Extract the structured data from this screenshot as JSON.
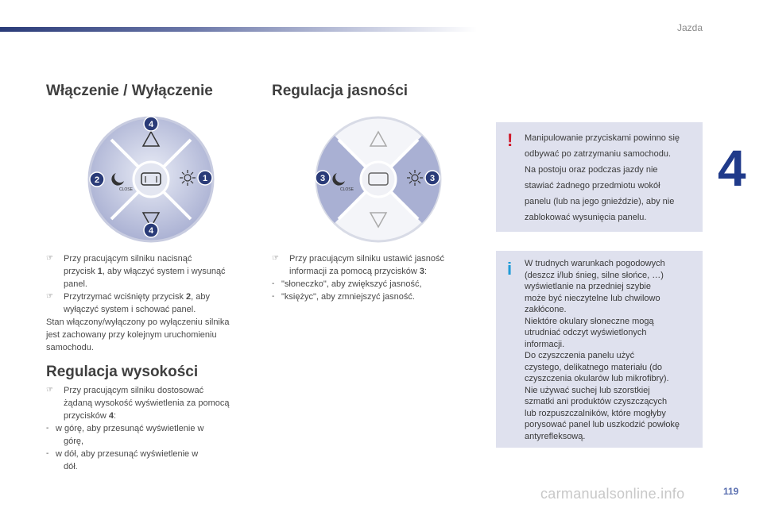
{
  "header": {
    "section": "Jazda",
    "chapter_number": "4",
    "page_number": "119"
  },
  "watermark": "carmanualsonline.info",
  "on_off": {
    "title": "Włączenie / Wyłączenie",
    "diagram": {
      "close_label": "CLOSE",
      "markers": [
        "4",
        "2",
        "1",
        "4"
      ]
    },
    "bullet1_a": "Przy pracującym silniku nacisnąć",
    "bullet1_b_pre": "przycisk ",
    "bullet1_b_bold": "1",
    "bullet1_b_post": ", aby włączyć system i wysunąć",
    "bullet1_c": "panel.",
    "bullet2_a_pre": "Przytrzymać wciśnięty przycisk ",
    "bullet2_a_bold": "2",
    "bullet2_a_post": ", aby",
    "bullet2_b": "wyłączyć system i schować panel.",
    "note_1": "Stan włączony/wyłączony po wyłączeniu silnika",
    "note_2": "jest zachowany przy kolejnym uruchomieniu",
    "note_3": "samochodu."
  },
  "height": {
    "title": "Regulacja wysokości",
    "bullet_a": "Przy pracującym silniku dostosować",
    "bullet_b": "żądaną wysokość wyświetlenia za pomocą",
    "bullet_c_pre": "przycisków ",
    "bullet_c_bold": "4",
    "bullet_c_post": ":",
    "sub1_a": "w górę, aby przesunąć wyświetlenie w",
    "sub1_b": "górę,",
    "sub2_a": "w dół, aby przesunąć wyświetlenie w",
    "sub2_b": "dół."
  },
  "brightness": {
    "title": "Regulacja jasności",
    "diagram": {
      "close_label": "CLOSE",
      "markers": [
        "3",
        "3"
      ]
    },
    "bullet_a": "Przy pracującym silniku ustawić jasność",
    "bullet_b_pre": "informacji za pomocą przycisków ",
    "bullet_b_bold": "3",
    "bullet_b_post": ":",
    "sub1": "\"słoneczko\", aby zwiększyć jasność,",
    "sub2": "\"księżyc\", aby zmniejszyć jasność."
  },
  "warning_box": {
    "icon": "!",
    "icon_color": "#d0192a",
    "lines": [
      "Manipulowanie przyciskami powinno się",
      "odbywać po zatrzymaniu samochodu.",
      "Na postoju oraz podczas jazdy nie",
      "stawiać żadnego przedmiotu wokół",
      "panelu (lub na jego gnieździe), aby nie",
      "zablokować wysunięcia panelu."
    ]
  },
  "info_box": {
    "icon": "i",
    "icon_color": "#1f9bd7",
    "lines": [
      "W trudnych warunkach pogodowych",
      "(deszcz i/lub śnieg, silne słońce, …)",
      "wyświetlanie na przedniej szybie",
      "może być nieczytelne lub chwilowo",
      "zakłócone.",
      "Niektóre okulary słoneczne mogą",
      "utrudniać odczyt wyświetlonych",
      "informacji.",
      "Do czyszczenia panelu użyć",
      "czystego, delikatnego materiału (do",
      "czyszczenia okularów lub mikrofibry).",
      "Nie używać suchej lub szorstkiej",
      "szmatki ani produktów czyszczących",
      "lub rozpuszczalników, które mogłyby",
      "porysować panel lub uszkodzić powłokę",
      "antyrefleksową."
    ]
  }
}
